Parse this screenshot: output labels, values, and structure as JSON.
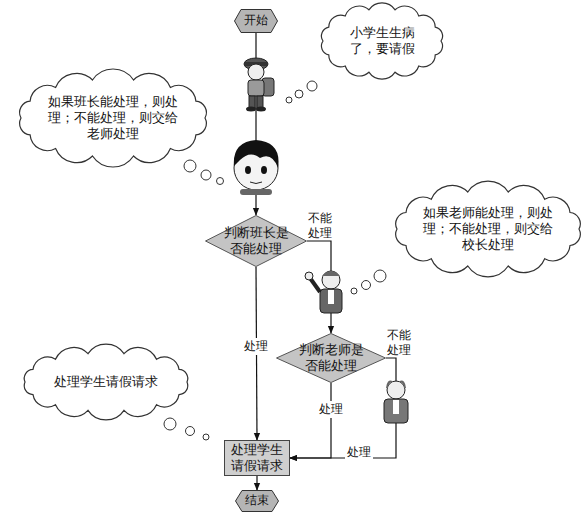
{
  "diagram": {
    "nodes": [
      {
        "text": [
          "开始"
        ]
      },
      {
        "text": [
          "小学生生病了，要请假"
        ]
      },
      {
        "text": [
          "如果班长能处理，则处理；不能处理，则交给老师处理"
        ]
      },
      {
        "text": [
          "判断班长是否能处理"
        ]
      },
      {
        "text": [
          "如果老师能处理，则处理；不能处理，则交给校长处理"
        ]
      },
      {
        "text": [
          "判断老师是否能处理"
        ]
      },
      {
        "text": [
          "处理学生请假请求"
        ]
      },
      {
        "text": [
          "处理学生请假请求"
        ]
      },
      {
        "text": [
          "结束"
        ]
      }
    ],
    "edges": [
      {
        "from": 0,
        "to": 3,
        "arrow": "to"
      },
      {
        "from": 3,
        "to": 7,
        "label": "处理",
        "arrow": "to"
      },
      {
        "from": 3,
        "to": 5,
        "label": "不能处理",
        "arrow": "to"
      },
      {
        "from": 5,
        "to": 7,
        "label": "处理",
        "arrow": "to"
      },
      {
        "from": 5,
        "to": 7,
        "label": "不能处理",
        "arrow": "to"
      },
      {
        "from": 7,
        "to": 8,
        "arrow": "to"
      }
    ],
    "labels": [
      "处理"
    ]
  }
}
